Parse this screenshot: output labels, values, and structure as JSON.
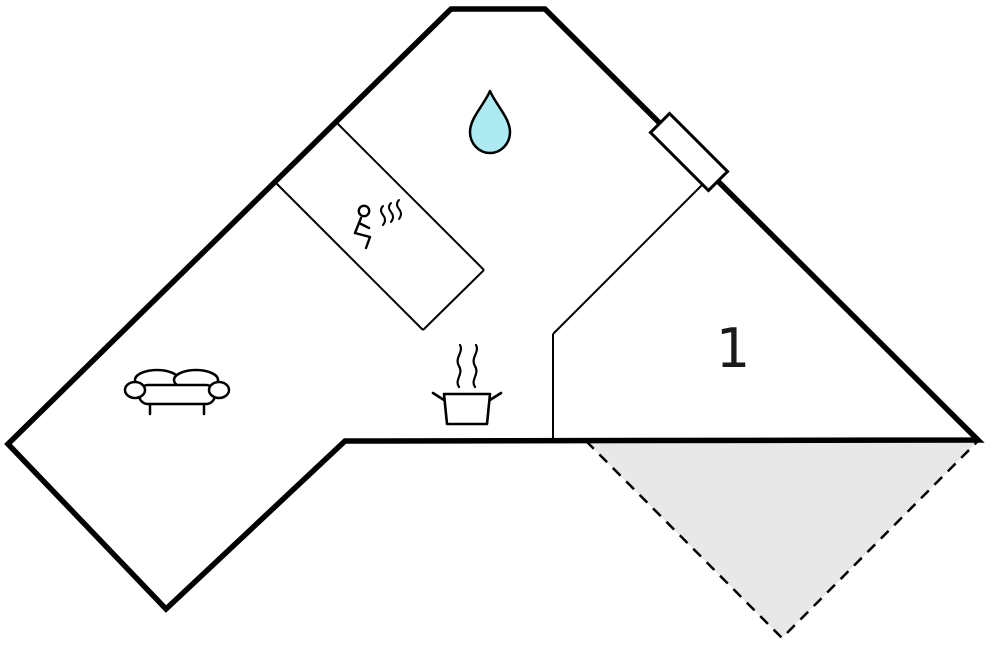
{
  "floorplan": {
    "type": "floor-plan-diagram",
    "rooms": {
      "bedroom1": {
        "label": "1"
      },
      "bathroom": {
        "icon": "water-drop-icon"
      },
      "sauna": {
        "icon": "sauna-person-icon"
      },
      "living_room": {
        "icon": "sofa-icon"
      },
      "kitchen": {
        "icon": "cooking-pot-icon"
      },
      "terrace": {
        "style": "dashed-outline-triangle"
      }
    },
    "colors": {
      "wall": "#000000",
      "background": "#ffffff",
      "interior_fill": "#ffffff",
      "water_drop_fill": "#aeeaf2",
      "terrace_fill": "#e8e8e8"
    }
  }
}
